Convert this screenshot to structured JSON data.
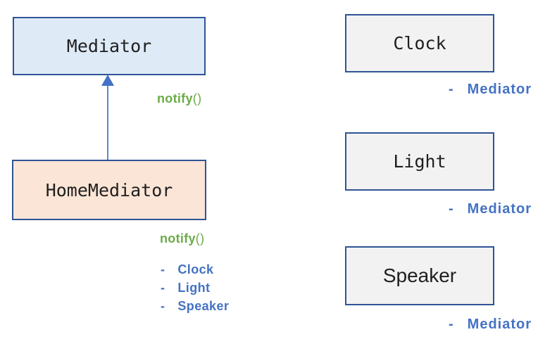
{
  "colors": {
    "box_border": "#2F5496",
    "mediator_fill": "#DEEBF7",
    "home_mediator_fill": "#FBE5D6",
    "component_fill": "#F2F2F2",
    "arrow_blue": "#4472C4",
    "method_green": "#6CAB47",
    "reference_blue": "#4472C4",
    "box_text": "#1f1f1f"
  },
  "left_panel": {
    "mediator": {
      "label": "Mediator",
      "method_name": "notify",
      "method_parens": "()"
    },
    "home_mediator": {
      "label": "HomeMediator",
      "method_name": "notify",
      "method_parens": "()"
    },
    "home_refs": [
      {
        "dash": "-",
        "label": "Clock"
      },
      {
        "dash": "-",
        "label": "Light"
      },
      {
        "dash": "-",
        "label": "Speaker"
      }
    ]
  },
  "right_panel": {
    "components": [
      {
        "label": "Clock",
        "ref_dash": "-",
        "ref_label": "Mediator"
      },
      {
        "label": "Light",
        "ref_dash": "-",
        "ref_label": "Mediator"
      },
      {
        "label": "Speaker",
        "ref_dash": "-",
        "ref_label": "Mediator"
      }
    ]
  }
}
